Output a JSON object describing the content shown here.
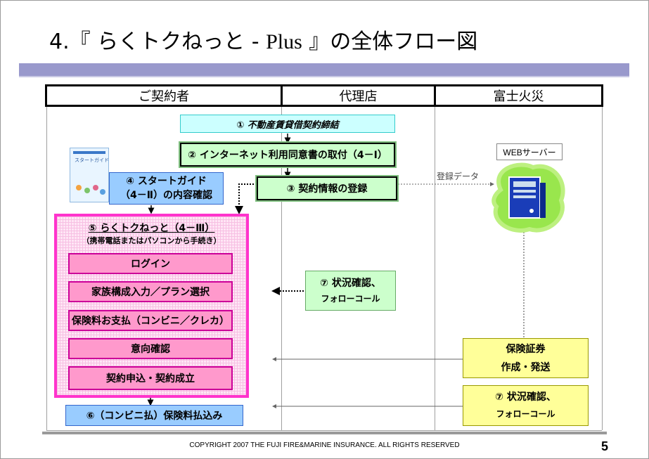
{
  "title": {
    "prefix": "4.『 らくトクねっと - ",
    "plus": "Plus",
    "suffix": " 』の全体フロー図"
  },
  "lanes": {
    "customer": "ご契約者",
    "agent": "代理店",
    "insurer": "富士火災"
  },
  "steps": {
    "s1": "① 不動産賃貸借契約締結",
    "s2": "② インターネット利用同意書の取付（4－Ⅰ）",
    "s3": "③ 契約情報の登録",
    "s4_line1": "④ スタートガイド",
    "s4_line2": "（4－Ⅱ）の内容確認",
    "s5_title": "⑤ らくトクねっと（4－Ⅲ）",
    "s5_sub": "（携帯電話またはパソコンから手続き）",
    "s6": "⑥（コンビニ払）保険料払込み",
    "s7a_line1": "⑦ 状況確認、",
    "s7a_line2": "フォローコール",
    "s7b_line1": "⑦ 状況確認、",
    "s7b_line2": "フォローコール"
  },
  "pink_steps": [
    "ログイン",
    "家族構成入力／プラン選択",
    "保険料お支払（コンビニ／クレカ）",
    "意向確認",
    "契約申込・契約成立"
  ],
  "cert": {
    "line1": "保険証券",
    "line2": "作成・発送"
  },
  "web_server": "WEBサーバー",
  "register_data": "登録データ",
  "start_guide_thumb": "スタートガイド",
  "footer": {
    "copyright": "COPYRIGHT 2007 THE FUJI FIRE&MARINE INSURANCE. ALL RIGHTS RESERVED",
    "page": "5"
  }
}
